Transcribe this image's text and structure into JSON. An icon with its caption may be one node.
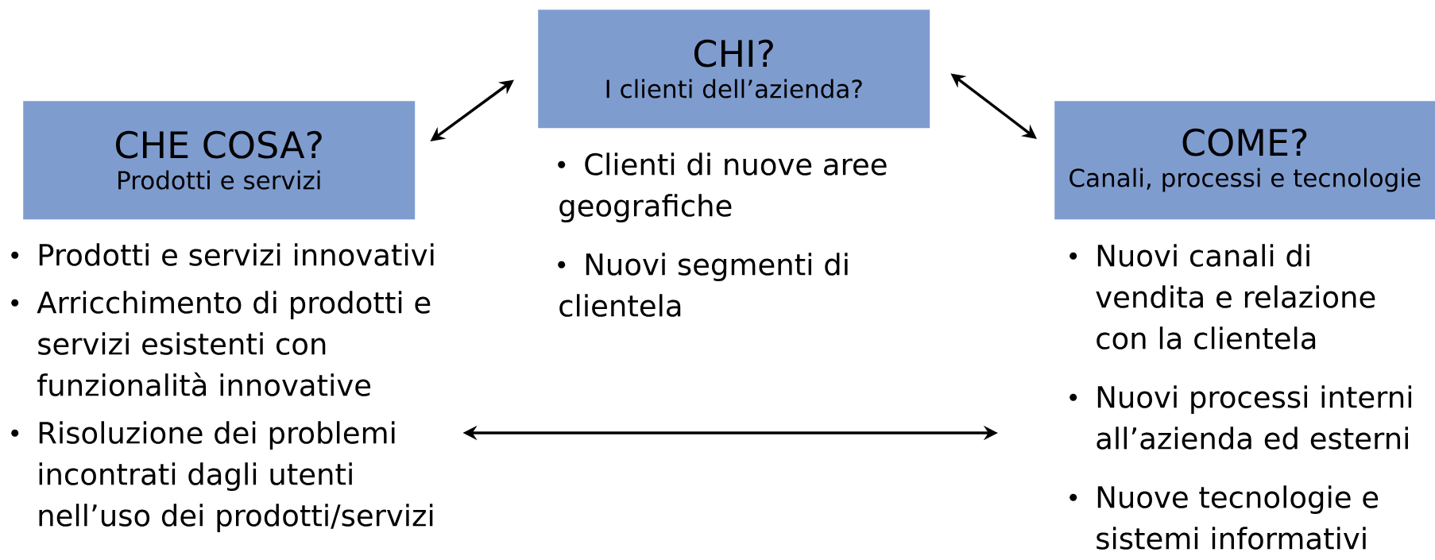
{
  "diagram": {
    "nodes": [
      {
        "text": [
          "CHE COSA?",
          "Prodotti e servizi"
        ]
      },
      {
        "text": [
          "CHI?",
          "I clienti dell’azienda?"
        ],
        "beside": [
          "Clienti di nuove aree geografiche",
          "Nuovi segmenti di clientela"
        ]
      },
      {
        "text": [
          "COME?",
          "Canali, processi e tecnologie"
        ]
      },
      {
        "text": [
          "Prodotti e servizi innovativi",
          "Arricchimento di prodotti e servizi esistenti con funzionalità innovative",
          "Risoluzione dei problemi incontrati dagli utenti nell’uso dei prodotti/servizi"
        ]
      },
      {
        "text": [
          "Nuovi canali di vendita e relazione con la clientela",
          "Nuovi processi interni all’azienda ed esterni",
          "Nuove tecnologie e sistemi informativi"
        ]
      }
    ],
    "edges": [
      {
        "from": 0,
        "to": 1,
        "arrow": "both"
      },
      {
        "from": 1,
        "to": 2,
        "arrow": "both"
      },
      {
        "from": 3,
        "to": 4,
        "arrow": "both"
      }
    ]
  }
}
